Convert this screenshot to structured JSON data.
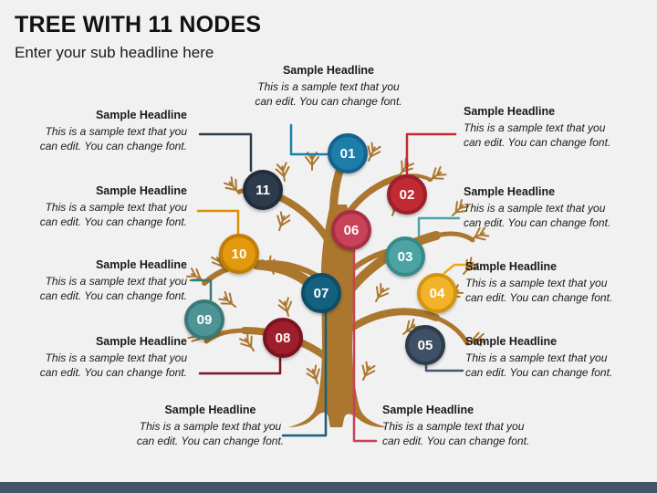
{
  "slide": {
    "title": "TREE WITH 11 NODES",
    "subtitle": "Enter your sub headline here",
    "background_color": "#f1f1f2",
    "bottom_bar_color": "#44546a",
    "tree_color": "#ab762d"
  },
  "nodes": [
    {
      "id": "01",
      "label": "01",
      "fill": "#1c7ea9",
      "ring": "#14628d",
      "line_color": "#1c7ea9"
    },
    {
      "id": "02",
      "label": "02",
      "fill": "#c12a33",
      "ring": "#9c1f29",
      "line_color": "#c12a33"
    },
    {
      "id": "03",
      "label": "03",
      "fill": "#4ba3a3",
      "ring": "#388a8a",
      "line_color": "#4ba3a3"
    },
    {
      "id": "04",
      "label": "04",
      "fill": "#f2b229",
      "ring": "#d3950d",
      "line_color": "#eda71c"
    },
    {
      "id": "05",
      "label": "05",
      "fill": "#3d5064",
      "ring": "#2d3c4d",
      "line_color": "#44546a"
    },
    {
      "id": "06",
      "label": "06",
      "fill": "#c84258",
      "ring": "#a72e44",
      "line_color": "#c84258"
    },
    {
      "id": "07",
      "label": "07",
      "fill": "#14607f",
      "ring": "#0e4d68",
      "line_color": "#14607f"
    },
    {
      "id": "08",
      "label": "08",
      "fill": "#9c1f2b",
      "ring": "#7c141e",
      "line_color": "#7c1420"
    },
    {
      "id": "09",
      "label": "09",
      "fill": "#4f9494",
      "ring": "#3b7979",
      "line_color": "#3b7979"
    },
    {
      "id": "10",
      "label": "10",
      "fill": "#e3990e",
      "ring": "#c07e06",
      "line_color": "#d98f04"
    },
    {
      "id": "11",
      "label": "11",
      "fill": "#2e3b4d",
      "ring": "#222d3c",
      "line_color": "#2e3b4d"
    }
  ],
  "callouts": [
    {
      "node": "01",
      "headline": "Sample Headline",
      "body_line1": "This is a sample text that you",
      "body_line2": "can edit. You can change font."
    },
    {
      "node": "02",
      "headline": "Sample Headline",
      "body_line1": "This is a sample text that you",
      "body_line2": "can edit. You can change font."
    },
    {
      "node": "03",
      "headline": "Sample Headline",
      "body_line1": "This is a sample text that you",
      "body_line2": "can edit. You can change font."
    },
    {
      "node": "04",
      "headline": "Sample Headline",
      "body_line1": "This is a sample text that you",
      "body_line2": "can edit. You can change font."
    },
    {
      "node": "05",
      "headline": "Sample Headline",
      "body_line1": "This is a sample text that you",
      "body_line2": "can edit. You can change font."
    },
    {
      "node": "06",
      "headline": "Sample Headline",
      "body_line1": "This is a sample text that you",
      "body_line2": "can edit. You can change font."
    },
    {
      "node": "07",
      "headline": "Sample Headline",
      "body_line1": "This is a sample text that you",
      "body_line2": "can edit. You can change font."
    },
    {
      "node": "08",
      "headline": "Sample Headline",
      "body_line1": "This is a sample text that you",
      "body_line2": "can edit. You can change font."
    },
    {
      "node": "09",
      "headline": "Sample Headline",
      "body_line1": "This is a sample text that you",
      "body_line2": "can edit. You can change font."
    },
    {
      "node": "10",
      "headline": "Sample Headline",
      "body_line1": "This is a sample text that you",
      "body_line2": "can edit. You can change font."
    },
    {
      "node": "11",
      "headline": "Sample Headline",
      "body_line1": "This is a sample text that you",
      "body_line2": "can edit. You can change font."
    }
  ]
}
